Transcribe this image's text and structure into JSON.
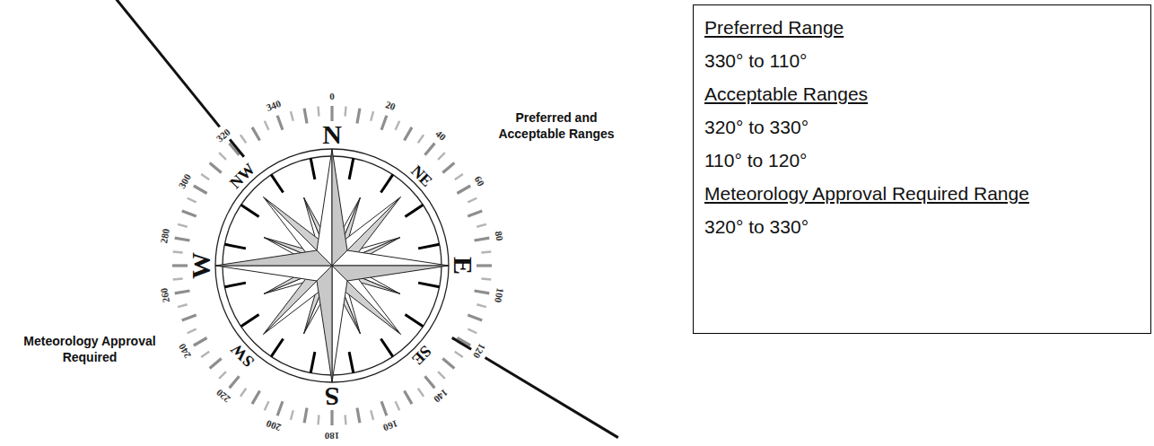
{
  "diagram": {
    "nodes": [
      {
        "text": [
          "Preferred Range",
          "330° to 110°",
          "Acceptable Ranges",
          "320° to 330°",
          "110° to 120°",
          "Meteorology Approval Required Range",
          "320° to 330°"
        ]
      }
    ],
    "labels": [
      "Preferred and Acceptable Ranges",
      "Meteorology Approval Required",
      "N",
      "NE",
      "E",
      "SE",
      "S",
      "SW",
      "W",
      "NW",
      "0",
      "20",
      "40",
      "60",
      "80",
      "100",
      "120",
      "140",
      "160",
      "180",
      "200",
      "220",
      "240",
      "260",
      "280",
      "300",
      "320",
      "340"
    ]
  }
}
